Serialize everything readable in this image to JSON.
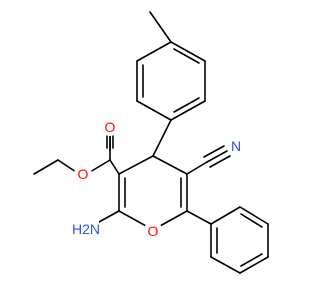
{
  "structure": {
    "atoms": [
      {
        "id": "O_ring",
        "label": "O",
        "color": "#ff0d0d"
      },
      {
        "id": "O_carbonyl",
        "label": "O",
        "color": "#ff0d0d"
      },
      {
        "id": "O_ester",
        "label": "O",
        "color": "#ff0d0d"
      },
      {
        "id": "N_nitrile",
        "label": "N",
        "color": "#3050f8"
      },
      {
        "id": "N_amino",
        "label": "H2N",
        "color": "#3050f8"
      }
    ],
    "bond_color": "#000000"
  }
}
